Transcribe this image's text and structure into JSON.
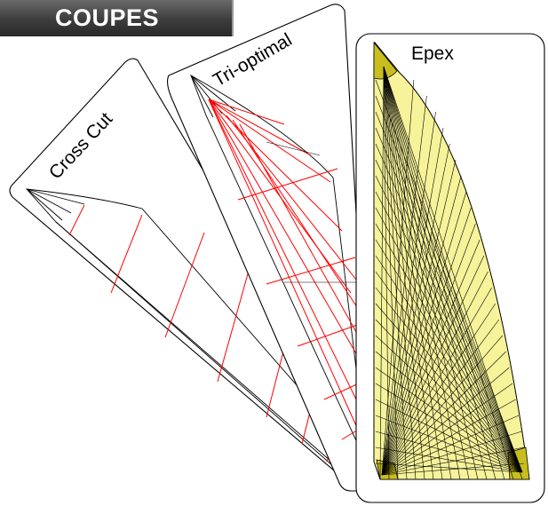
{
  "header": {
    "title": "COUPES"
  },
  "cards": [
    {
      "label": "Cross Cut"
    },
    {
      "label": "Tri-optimal"
    },
    {
      "label": "Epex"
    }
  ],
  "colors": {
    "banner": "#3c3c3c",
    "banner_text": "#ffffff",
    "card_border": "#000000",
    "cross_cut_seams": "#ff0000",
    "tri_optimal_seams": "#ff0000",
    "epex_fill": "#f6f39a",
    "epex_patch": "#c8be1e"
  }
}
